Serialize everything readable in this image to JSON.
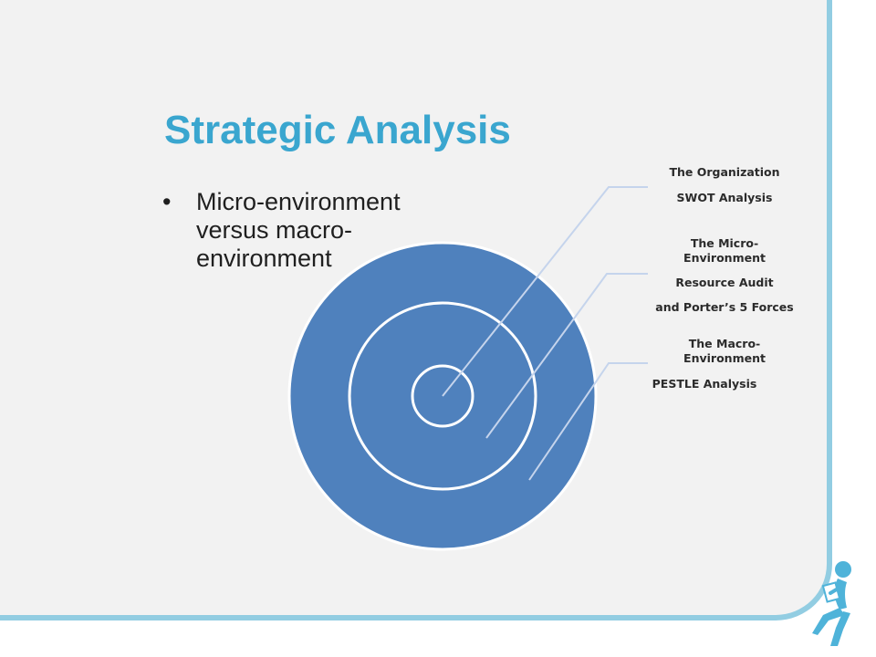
{
  "slide": {
    "title": "Strategic Analysis",
    "bullet_symbol": "•",
    "bullet_text": "Micro-environment versus macro-environment"
  },
  "diagram": {
    "colors": {
      "ring_fill": "#4f81bd",
      "ring_stroke": "#ffffff",
      "leader_line": "#c5d4ec"
    },
    "layers": [
      {
        "name": "The Organization",
        "detail": [
          "SWOT Analysis"
        ]
      },
      {
        "name": "The Micro-\nEnvironment",
        "detail": [
          "Resource Audit",
          "and Porter’s 5 Forces"
        ]
      },
      {
        "name": "The Macro-\nEnvironment",
        "detail": [
          "PESTLE Analysis"
        ]
      }
    ]
  },
  "theme": {
    "accent": "#3aa6cf",
    "frame": "#92cde2",
    "background": "#f2f2f2"
  },
  "decoration": {
    "icon": "person-reading-icon"
  }
}
